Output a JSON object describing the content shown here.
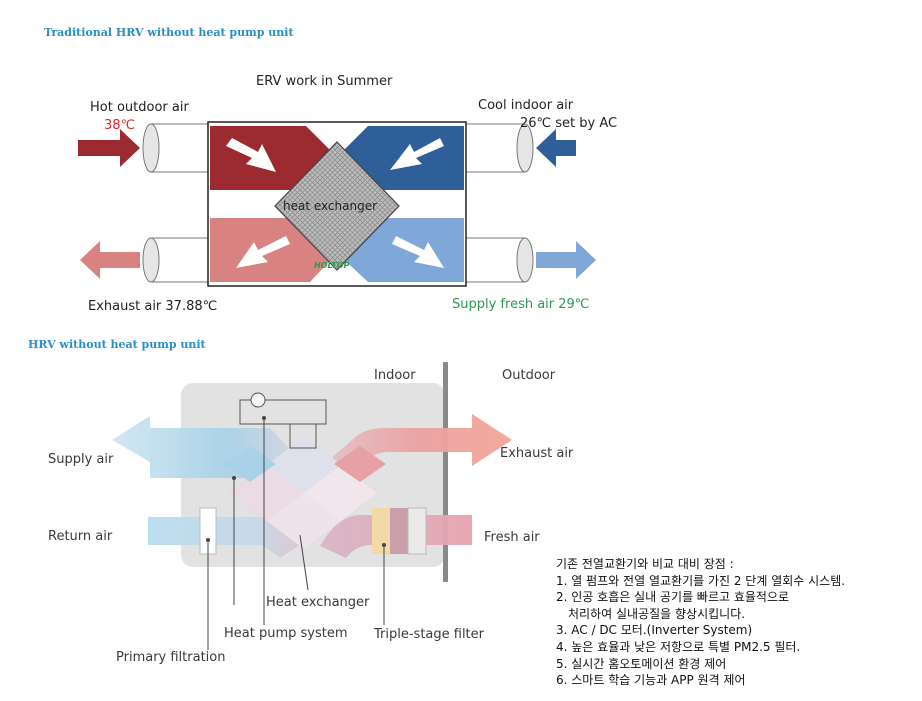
{
  "section1": {
    "heading": "Traditional HRV without heat pump unit",
    "title": "ERV work in Summer",
    "hot_outdoor": "Hot outdoor air",
    "hot_temp": "38℃",
    "cool_indoor": "Cool indoor air",
    "cool_temp": "26℃ set by AC",
    "exhaust": "Exhaust air  37.88℃",
    "supply": "Supply fresh air  29℃",
    "core": "heat exchanger",
    "brand": "HOLTOP",
    "colors": {
      "hot": "#9b2b31",
      "cool": "#2f5f99",
      "exhaust": "#d98282",
      "supply": "#7fa7d7",
      "supply_text": "#2c9a4f",
      "hot_text": "#e0282e"
    }
  },
  "section2": {
    "heading": "HRV without heat pump unit",
    "indoor": "Indoor",
    "outdoor": "Outdoor",
    "supply_air": "Supply air",
    "exhaust_air": "Exhaust air",
    "return_air": "Return air",
    "fresh_air": "Fresh  air",
    "heat_exchanger": "Heat exchanger",
    "heat_pump": "Heat pump system",
    "triple_filter": "Triple-stage filter",
    "primary_filtration": "Primary filtration"
  },
  "notes": {
    "title": "기존 전열교환기와 비교 대비 장점 :",
    "items": [
      "1. 열 펌프와 전열 열교환기를 가진 2 단계 열회수 시스템.",
      "2. 인공 호흡은 실내 공기를 빠르고 효율적으로",
      "   처리하여 실내공질을 향상시킵니다.",
      "3. AC / DC 모터.(Inverter System)",
      "4. 높은 효율과 낮은 저항으로 특별 PM2.5 필터.",
      "5. 실시간 홈오토메이션 환경 제어",
      "6. 스마트 학습 기능과 APP 원격 제어"
    ]
  }
}
